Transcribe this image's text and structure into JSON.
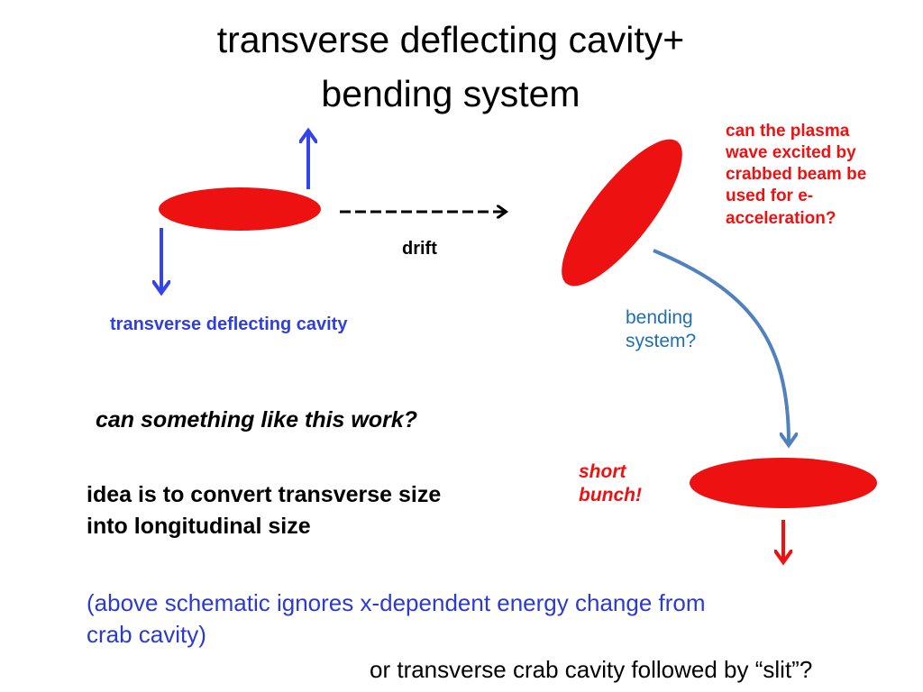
{
  "slide": {
    "title_line_1": "transverse deflecting cavity+",
    "title_line_2": "bending system",
    "drift_label": "drift",
    "tdc_label": "transverse deflecting cavity",
    "question_lines": [
      "can the plasma",
      "wave excited by",
      "crabbed beam be",
      "used for e-",
      "acceleration?"
    ],
    "bending_lines": [
      "bending",
      "system?"
    ],
    "short_bunch_lines": [
      "short",
      "bunch!"
    ],
    "question": "can something like this work?",
    "idea_lines": [
      "idea is to convert transverse size",
      "into longitudinal size"
    ],
    "note_lines": [
      "(above schematic ignores x-dependent energy change from",
      "crab cavity)"
    ],
    "footer": "or transverse crab cavity followed by “slit”?"
  },
  "colors": {
    "bunch_red": "#ee1111",
    "arrow_blue": "#3344ee",
    "bend_blue": "#4f81bd",
    "label_blue": "#2f3fdc",
    "steel_blue": "#1f6fb4"
  }
}
